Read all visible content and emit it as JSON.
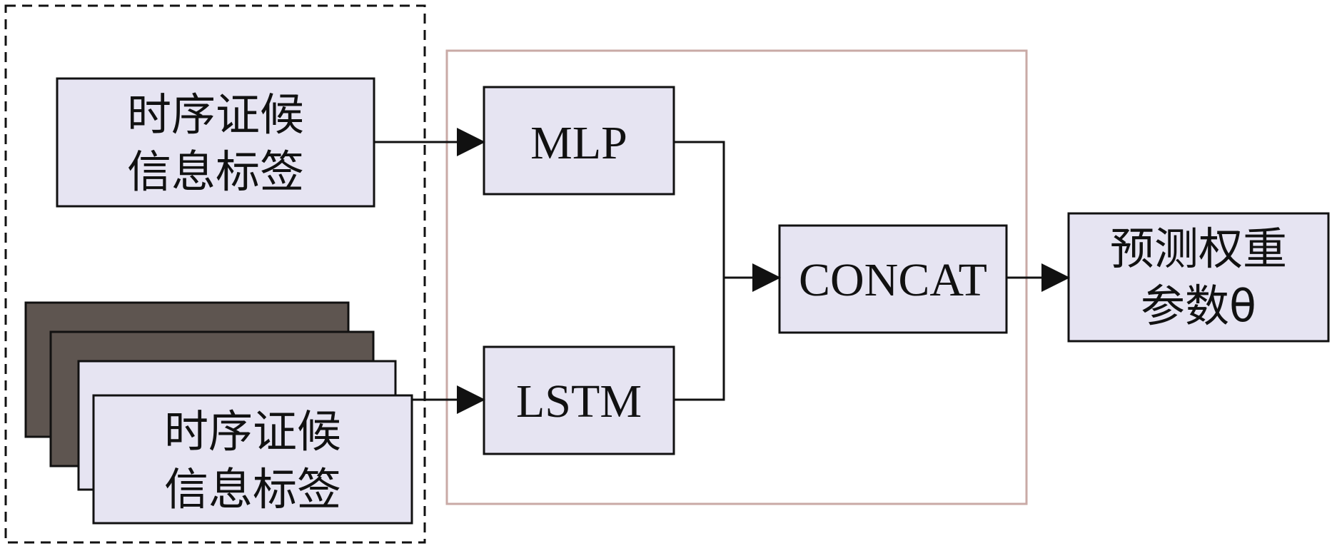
{
  "input_top": {
    "line1": "时序证候",
    "line2": "信息标签"
  },
  "input_bottom": {
    "line1": "时序证候",
    "line2": "信息标签"
  },
  "mlp": {
    "label": "MLP"
  },
  "lstm": {
    "label": "LSTM"
  },
  "concat": {
    "label": "CONCAT"
  },
  "output": {
    "line1": "预测权重",
    "line2": "参数θ"
  },
  "colors": {
    "box_fill": "#e6e4f2",
    "stack_dark": "#5e5550",
    "model_border": "#c9aaa6",
    "line": "#111111"
  }
}
